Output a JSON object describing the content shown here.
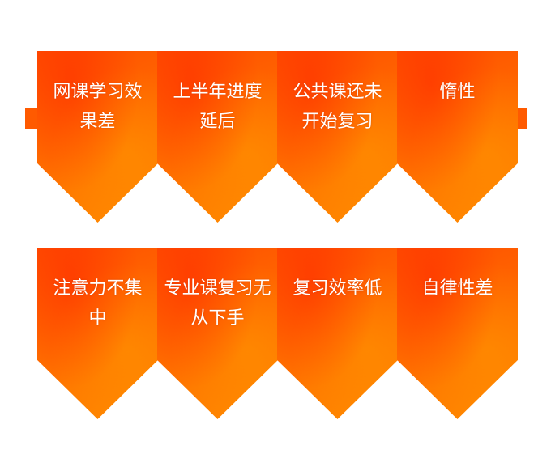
{
  "rows": [
    {
      "items": [
        {
          "label": "网课学习效果差"
        },
        {
          "label": "上半年进度延后"
        },
        {
          "label": "公共课还未开始复习"
        },
        {
          "label": "惰性"
        }
      ]
    },
    {
      "items": [
        {
          "label": "注意力不集中"
        },
        {
          "label": "专业课复习无从下手"
        },
        {
          "label": "复习效率低"
        },
        {
          "label": "自律性差"
        }
      ]
    }
  ],
  "colors": {
    "pennant_dark": "#ff4f00",
    "pennant_light": "#ff8a00",
    "label_text": "#ffffff"
  }
}
